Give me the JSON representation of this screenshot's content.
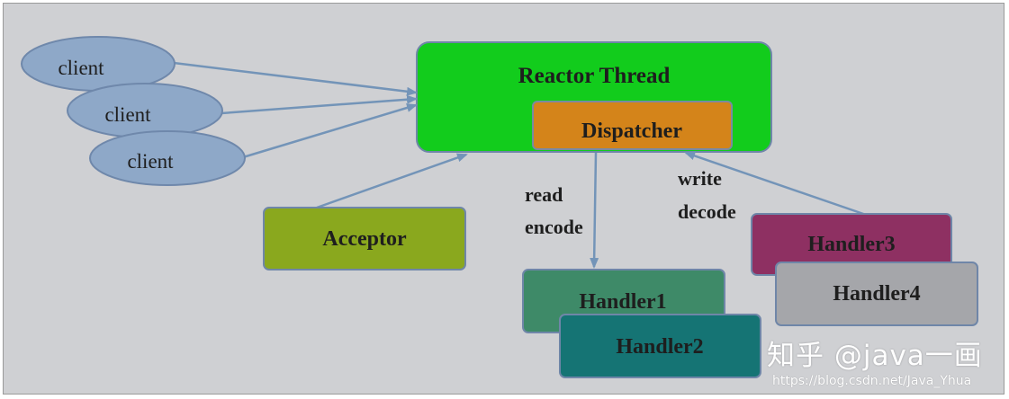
{
  "colors": {
    "background": "#cfd0d3",
    "client": "#8ea8c8",
    "reactor": "#12cc1c",
    "dispatcher": "#d4841a",
    "acceptor": "#8aa81e",
    "handler1": "#3e8a68",
    "handler2": "#157474",
    "handler3": "#8e3062",
    "handler4": "#a5a6aa",
    "arrow": "#7394b8"
  },
  "clients": [
    {
      "label": "client"
    },
    {
      "label": "client"
    },
    {
      "label": "client"
    }
  ],
  "reactor": {
    "label": "Reactor Thread"
  },
  "dispatcher": {
    "label": "Dispatcher"
  },
  "acceptor": {
    "label": "Acceptor"
  },
  "handlers": [
    {
      "label": "Handler1"
    },
    {
      "label": "Handler2"
    },
    {
      "label": "Handler3"
    },
    {
      "label": "Handler4"
    }
  ],
  "edge_labels": {
    "read": "read",
    "encode": "encode",
    "write": "write",
    "decode": "decode"
  },
  "watermark": {
    "text": "知乎 @java一画",
    "url": "https://blog.csdn.net/Java_Yhua"
  }
}
